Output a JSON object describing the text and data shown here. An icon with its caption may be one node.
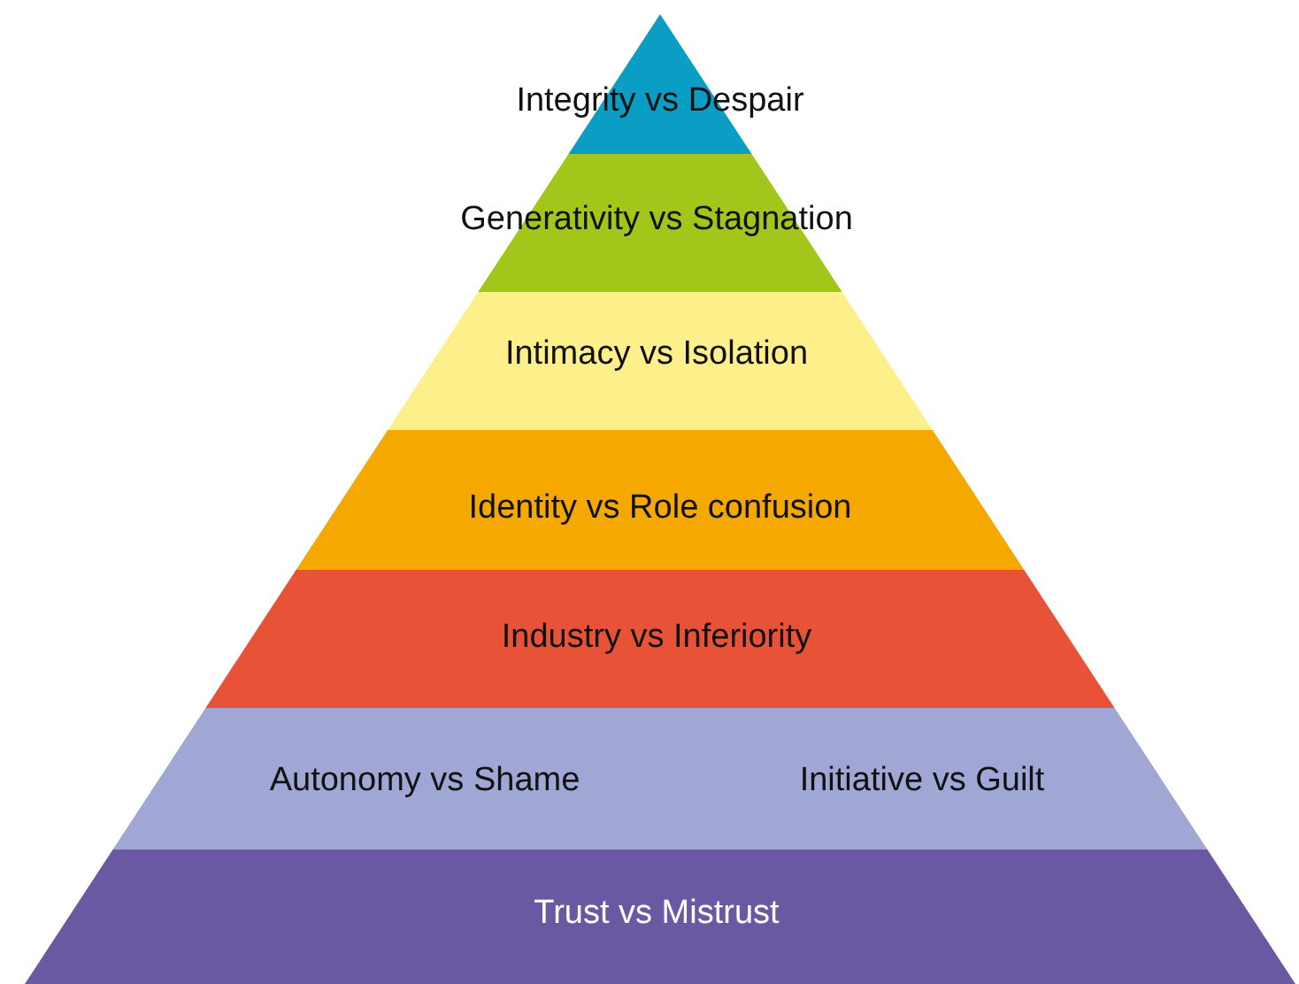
{
  "diagram": {
    "nodes": [
      {
        "text": [
          "Integrity vs Despair"
        ]
      },
      {
        "text": [
          "Generativity vs Stagnation"
        ]
      },
      {
        "text": [
          "Intimacy vs Isolation"
        ]
      },
      {
        "text": [
          "Identity vs Role confusion"
        ]
      },
      {
        "text": [
          "Industry vs Inferiority"
        ]
      },
      {
        "text": [
          "Autonomy vs Shame",
          "Initiative vs Guilt"
        ]
      },
      {
        "text": [
          "Trust vs Mistrust"
        ]
      }
    ]
  }
}
